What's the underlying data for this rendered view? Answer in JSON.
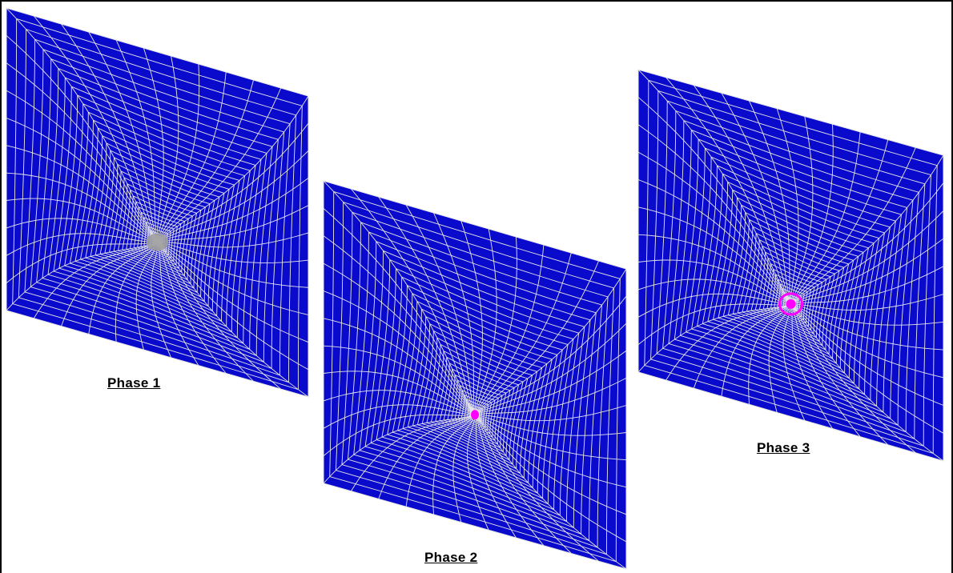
{
  "panels": [
    {
      "label": "Phase 1",
      "center_highlight": "",
      "center_color": "#9a9a9a"
    },
    {
      "label": "Phase 2",
      "center_highlight": "point",
      "center_color": "#ff00ff"
    },
    {
      "label": "Phase 3",
      "center_highlight": "ring",
      "center_color": "#ff00ff"
    }
  ],
  "colors": {
    "mesh_fill": "#0a0acc",
    "mesh_line": "#e6e6e6",
    "highlight": "#ff00ff",
    "background": "#ffffff"
  }
}
